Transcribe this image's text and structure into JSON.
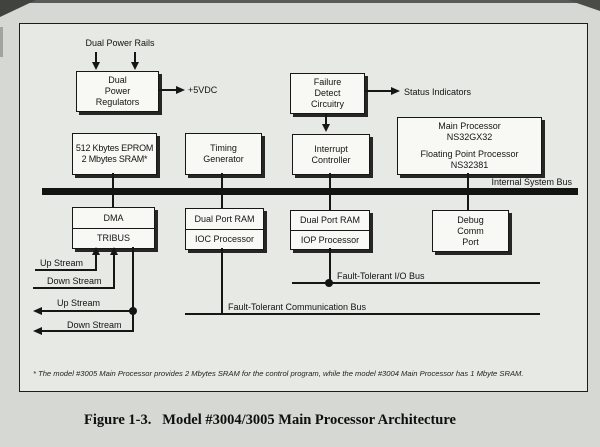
{
  "page": {
    "caption": "Figure 1-3.   Model #3004/3005 Main Processor Architecture",
    "footnote": "* The model #3005 Main Processor provides 2 Mbytes SRAM for the control program, while the model #3004 Main Processor has 1 Mbyte SRAM."
  },
  "colors": {
    "paper": "#d6d8d3",
    "frame_fill": "#e7e9e4",
    "box_fill": "#f8f8f4",
    "ink": "#141412"
  },
  "labels": {
    "dual_power_rails": "Dual Power Rails",
    "plus_5vdc": "+5VDC",
    "status_indicators": "Status Indicators",
    "internal_system_bus": "Internal System Bus",
    "fault_tolerant_io_bus": "Fault-Tolerant I/O Bus",
    "fault_tolerant_comm_bus": "Fault-Tolerant Communication Bus",
    "up_stream_in": "Up Stream",
    "down_stream_in": "Down Stream",
    "up_stream_out": "Up Stream",
    "down_stream_out": "Down Stream"
  },
  "boxes": {
    "dual_power_regulators": {
      "lines": [
        "Dual",
        "Power",
        "Regulators"
      ]
    },
    "failure_detect": {
      "lines": [
        "Failure",
        "Detect",
        "Circuitry"
      ]
    },
    "eprom_sram": {
      "lines": [
        "512 Kbytes EPROM",
        "2 Mbytes SRAM*"
      ]
    },
    "timing_generator": {
      "lines": [
        "Timing",
        "Generator"
      ]
    },
    "interrupt_controller": {
      "lines": [
        "Interrupt",
        "Controller"
      ]
    },
    "main_processor": {
      "lines": [
        "Main Processor",
        "NS32GX32",
        "Floating Point Processor",
        "NS32381"
      ]
    },
    "dma_tribus": {
      "top": "DMA",
      "bottom": "TRIBUS"
    },
    "ioc": {
      "top": "Dual Port RAM",
      "bottom": "IOC Processor"
    },
    "iop": {
      "top": "Dual Port RAM",
      "bottom": "IOP Processor"
    },
    "debug_port": {
      "lines": [
        "Debug",
        "Comm",
        "Port"
      ]
    }
  }
}
